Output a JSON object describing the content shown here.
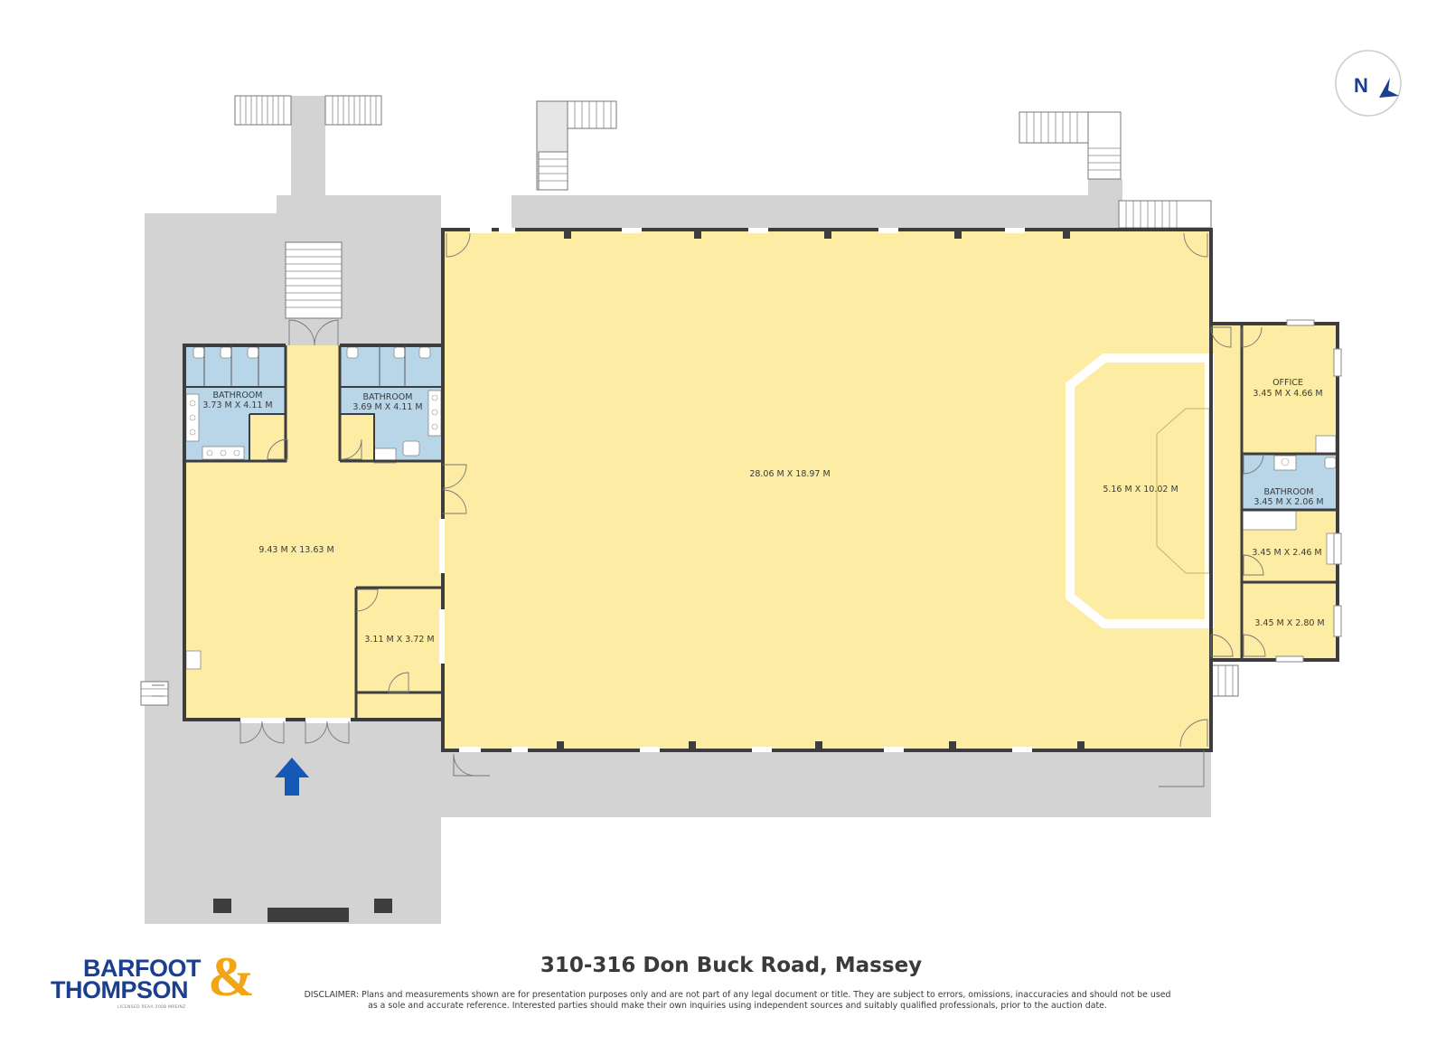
{
  "rooms": {
    "main_hall": "28.06 M X 18.97 M",
    "stage": "5.16 M X 10.02 M",
    "foyer": "9.43 M X 13.63 M",
    "store": "3.11 M X 3.72 M",
    "bathroom_left": {
      "name": "BATHROOM",
      "dims": "3.73 M X 4.11 M"
    },
    "bathroom_mid": {
      "name": "BATHROOM",
      "dims": "3.69 M X 4.11 M"
    },
    "office": {
      "name": "OFFICE",
      "dims": "3.45 M X 4.66 M"
    },
    "bathroom_right": {
      "name": "BATHROOM",
      "dims": "3.45 M X 2.06 M"
    },
    "room_a": "3.45 M X 2.46 M",
    "room_b": "3.45 M X 2.80 M"
  },
  "compass": {
    "label": "N"
  },
  "address": "310-316 Don Buck Road, Massey",
  "disclaimer": "DISCLAIMER: Plans and measurements shown are for presentation purposes only and are not part of any legal document or title. They are subject to errors, omissions, inaccuracies and should not be used as a sole and accurate reference. Interested parties should make their own inquiries using independent sources and suitably qualified professionals, prior to the auction date.",
  "logo": {
    "line1": "BARFOOT",
    "line2": "THOMPSON",
    "ampersand": "&",
    "licence": "LICENSED REAA 2008 MREINZ"
  },
  "colors": {
    "room_fill": "#fdeca4",
    "bathroom_fill": "#b9d6e9",
    "deck_fill": "#d3d3d3",
    "wall": "#3d3d3d",
    "brand_blue": "#1b3f8f",
    "brand_orange": "#f2a516",
    "entry_arrow": "#1658b5"
  }
}
